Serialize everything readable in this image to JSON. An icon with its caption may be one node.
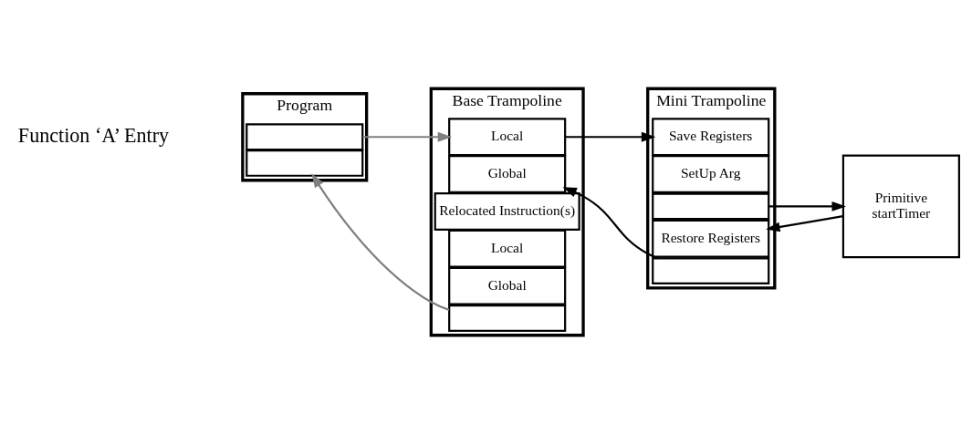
{
  "diagram": {
    "nodes": [
      {
        "text": [
          "Program"
        ]
      },
      {
        "text": [],
        "shape": "box",
        "in": 0,
        "beside": [
          "Function ‘A’ Entry"
        ]
      },
      {
        "text": [],
        "shape": "box",
        "in": 0
      },
      {
        "text": [
          "Base Trampoline"
        ]
      },
      {
        "text": [
          "Local"
        ],
        "in": 3
      },
      {
        "text": [
          "Global"
        ],
        "in": 3
      },
      {
        "text": [
          "Relocated Instruction(s)"
        ],
        "in": 3
      },
      {
        "text": [
          "Local"
        ],
        "in": 3
      },
      {
        "text": [
          "Global"
        ],
        "in": 3
      },
      {
        "text": [],
        "shape": "box",
        "in": 3
      },
      {
        "text": [
          "Mini Trampoline"
        ]
      },
      {
        "text": [
          "Save Registers"
        ],
        "in": 10
      },
      {
        "text": [
          "SetUp Arg"
        ],
        "in": 10
      },
      {
        "text": [],
        "shape": "box",
        "in": 10
      },
      {
        "text": [
          "Restore Registers"
        ],
        "in": 10
      },
      {
        "text": [],
        "shape": "box",
        "in": 10
      },
      {
        "text": [
          "Primitive",
          "startTimer"
        ]
      }
    ],
    "edges": [
      {
        "from": 1,
        "to": 4,
        "arrow": "to",
        "color": "#808080"
      },
      {
        "from": 4,
        "to": 11,
        "arrow": "to"
      },
      {
        "from": 13,
        "to": 16,
        "arrow": "to"
      },
      {
        "from": 16,
        "to": 14,
        "arrow": "to"
      },
      {
        "from": 15,
        "to": 5,
        "arrow": "to"
      },
      {
        "from": 9,
        "to": 2,
        "arrow": "to",
        "color": "#808080"
      }
    ]
  }
}
